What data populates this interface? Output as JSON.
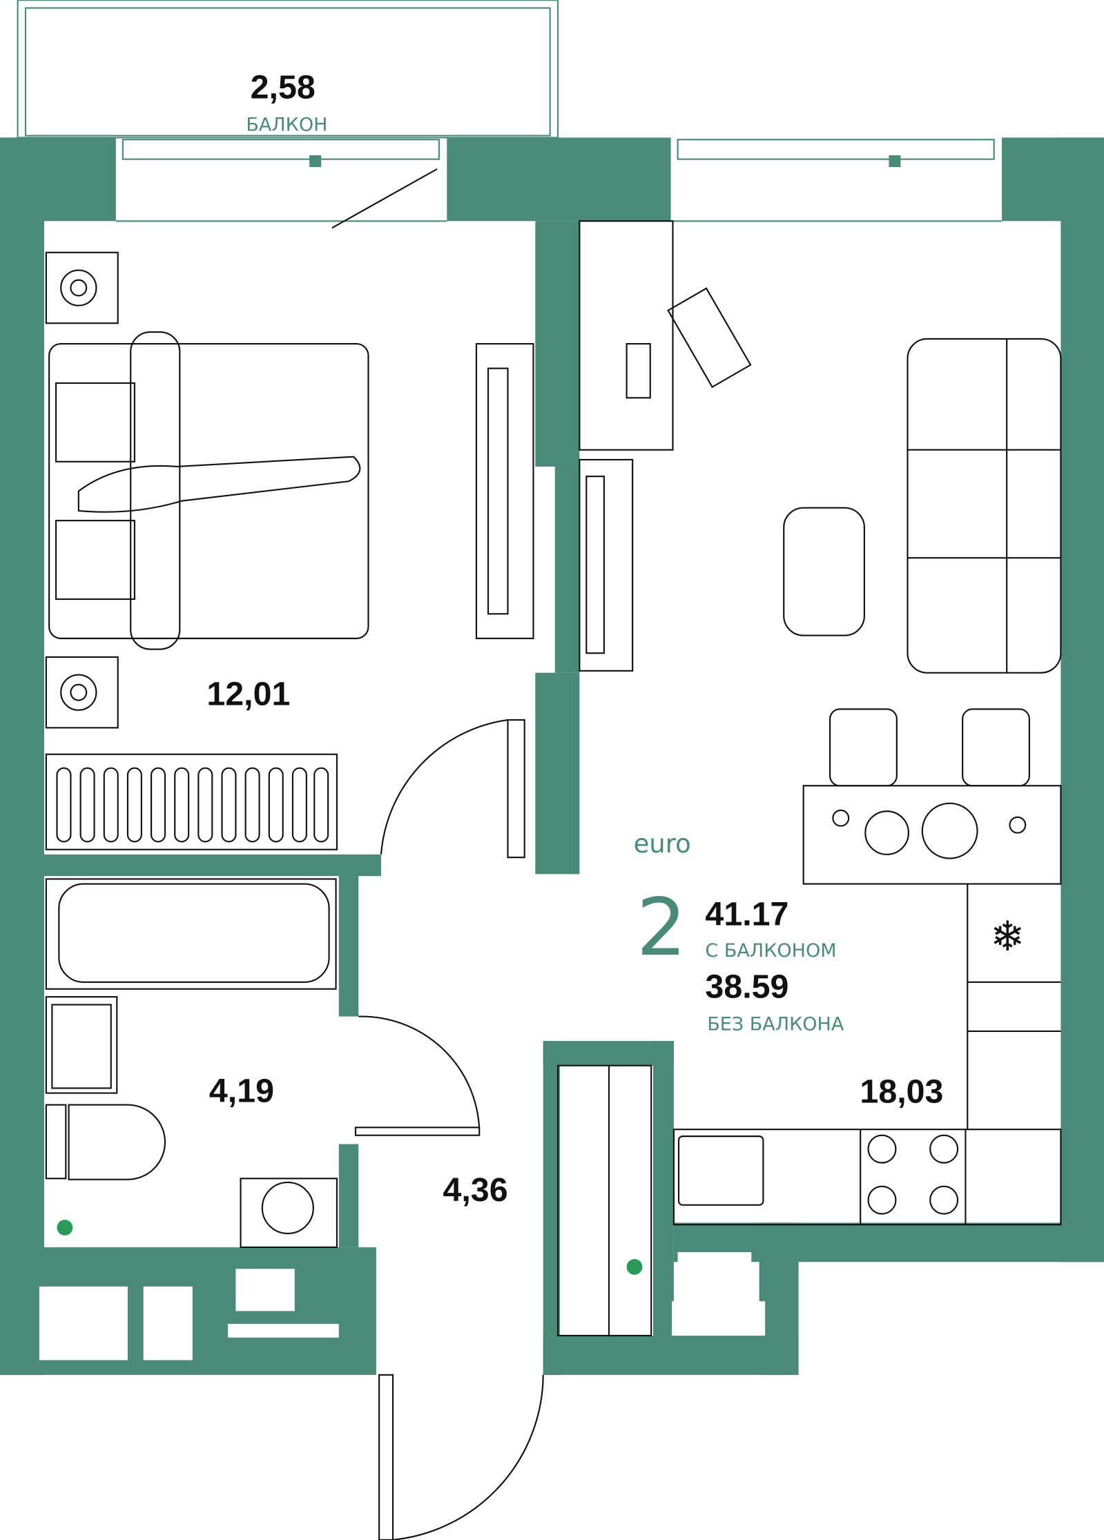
{
  "colors": {
    "wall": "#4a8a78",
    "line": "#111111"
  },
  "balcony": {
    "area": "2,58",
    "label": "БАЛКОН"
  },
  "rooms": {
    "bedroom": "12,01",
    "bathroom": "4,19",
    "hall": "4,36",
    "living_kitchen": "18,03"
  },
  "summary": {
    "type": "euro",
    "rooms": "2",
    "area_with_balcony": "41.17",
    "with_balcony_label": "С БАЛКОНОМ",
    "area_without_balcony": "38.59",
    "without_balcony_label": "БЕЗ БАЛКОНА"
  }
}
